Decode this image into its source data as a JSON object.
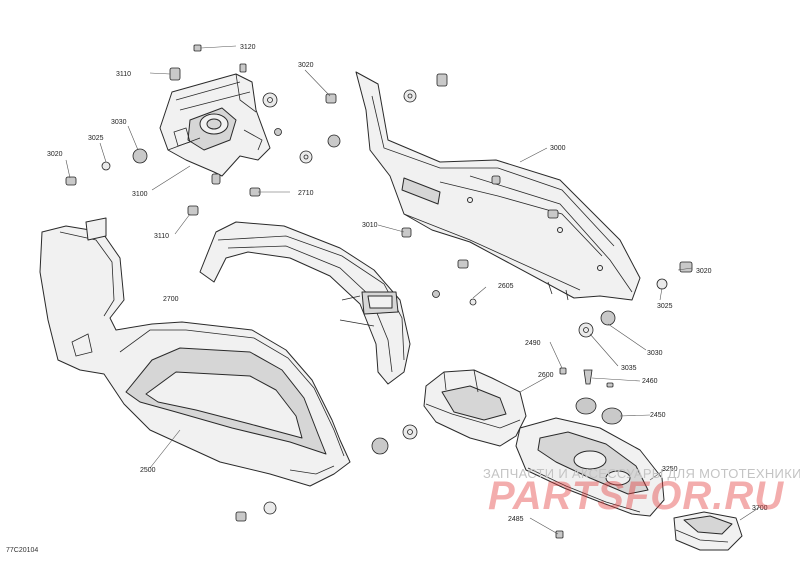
{
  "figure_code": "77C20104",
  "watermark": {
    "tagline": "ЗАПЧАСТИ И АКСЕССУАРЫ ДЛЯ МОТОТЕХНИКИ",
    "logo": "PARTSFOR.RU"
  },
  "callouts": [
    {
      "id": "c3120",
      "label": "3120"
    },
    {
      "id": "c3110a",
      "label": "3110"
    },
    {
      "id": "c3030a",
      "label": "3030"
    },
    {
      "id": "c3025a",
      "label": "3025"
    },
    {
      "id": "c3020a",
      "label": "3020"
    },
    {
      "id": "c3100",
      "label": "3100"
    },
    {
      "id": "c3110b",
      "label": "3110"
    },
    {
      "id": "c3020b",
      "label": "3020"
    },
    {
      "id": "c3000",
      "label": "3000"
    },
    {
      "id": "c2710",
      "label": "2710"
    },
    {
      "id": "c3010",
      "label": "3010"
    },
    {
      "id": "c2700",
      "label": "2700"
    },
    {
      "id": "c3020c",
      "label": "3020"
    },
    {
      "id": "c3025b",
      "label": "3025"
    },
    {
      "id": "c2605",
      "label": "2605"
    },
    {
      "id": "c3030b",
      "label": "3030"
    },
    {
      "id": "c3035",
      "label": "3035"
    },
    {
      "id": "c2490",
      "label": "2490"
    },
    {
      "id": "c2600",
      "label": "2600"
    },
    {
      "id": "c2460",
      "label": "2460"
    },
    {
      "id": "c2450",
      "label": "2450"
    },
    {
      "id": "c2500",
      "label": "2500"
    },
    {
      "id": "c3250",
      "label": "3250"
    },
    {
      "id": "c2485",
      "label": "2485"
    },
    {
      "id": "c3700",
      "label": "3700"
    }
  ]
}
